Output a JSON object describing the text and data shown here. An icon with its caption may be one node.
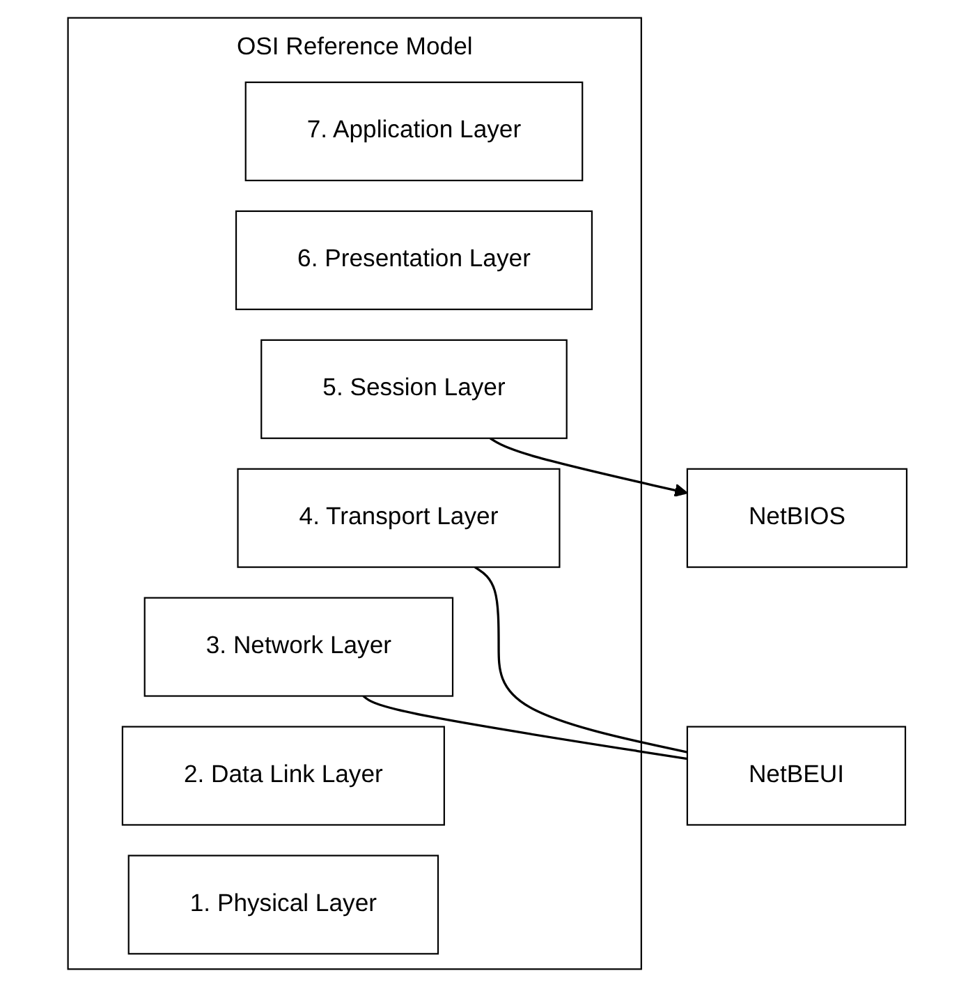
{
  "diagram": {
    "nodes": [
      {
        "text": [
          "OSI Reference Model"
        ]
      },
      {
        "text": [
          "7. Application Layer"
        ],
        "in": 0
      },
      {
        "text": [
          "6. Presentation Layer"
        ],
        "in": 0
      },
      {
        "text": [
          "5. Session Layer"
        ],
        "in": 0
      },
      {
        "text": [
          "4. Transport Layer"
        ],
        "in": 0
      },
      {
        "text": [
          "3. Network Layer"
        ],
        "in": 0
      },
      {
        "text": [
          "2. Data Link Layer"
        ],
        "in": 0
      },
      {
        "text": [
          "1. Physical Layer"
        ],
        "in": 0
      },
      {
        "text": [
          "NetBIOS"
        ]
      },
      {
        "text": [
          "NetBEUI"
        ]
      }
    ],
    "edges": [
      {
        "from": 3,
        "to": 8,
        "arrow": "to"
      },
      {
        "from": 4,
        "to": 9,
        "arrow": "none"
      },
      {
        "from": 5,
        "to": 9,
        "arrow": "none"
      }
    ]
  }
}
